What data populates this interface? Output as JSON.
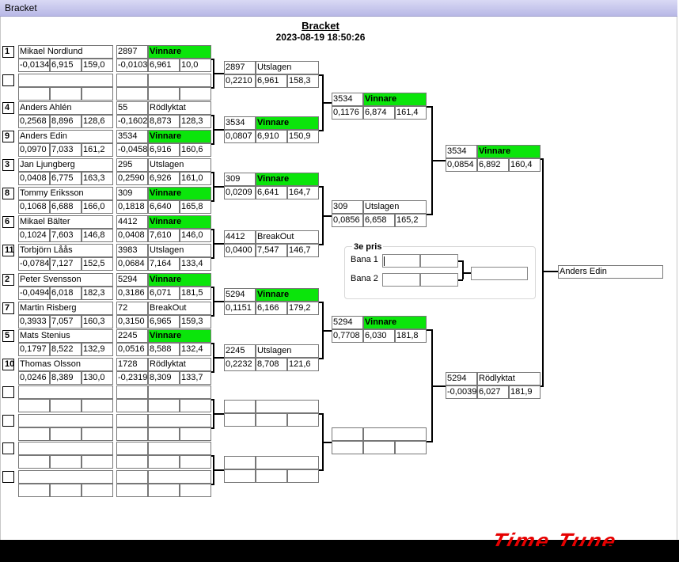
{
  "window": {
    "title": "Bracket"
  },
  "header": {
    "title": "Bracket",
    "datetime": "2023-08-19 18:50:26"
  },
  "third_prize": {
    "title": "3e pris",
    "lane1": "Bana 1",
    "lane2": "Bana 2"
  },
  "champion": "Anders Edin",
  "logo_text": "Time Tune",
  "round1": [
    {
      "seed": "1",
      "name": "Mikael Nordlund",
      "v1": "-0,0134",
      "v2": "6,915",
      "v3": "159,0",
      "num": "2897",
      "status": "Vinnare",
      "r1": "-0,0103",
      "r2": "6,961",
      "r3": "10,0"
    },
    {
      "seed": "",
      "name": "",
      "v1": "",
      "v2": "",
      "v3": "",
      "num": "",
      "status": "",
      "r1": "",
      "r2": "",
      "r3": ""
    },
    {
      "seed": "4",
      "name": "Anders Ahlén",
      "v1": "0,2568",
      "v2": "8,896",
      "v3": "128,6",
      "num": "55",
      "status": "Rödlyktat",
      "r1": "-0,1602",
      "r2": "8,873",
      "r3": "128,3"
    },
    {
      "seed": "9",
      "name": "Anders Edin",
      "v1": "0,0970",
      "v2": "7,033",
      "v3": "161,2",
      "num": "3534",
      "status": "Vinnare",
      "r1": "-0,0458",
      "r2": "6,916",
      "r3": "160,6"
    },
    {
      "seed": "3",
      "name": "Jan Ljungberg",
      "v1": "0,0408",
      "v2": "6,775",
      "v3": "163,3",
      "num": "295",
      "status": "Utslagen",
      "r1": "0,2590",
      "r2": "6,926",
      "r3": "161,0"
    },
    {
      "seed": "8",
      "name": "Tommy Eriksson",
      "v1": "0,1068",
      "v2": "6,688",
      "v3": "166,0",
      "num": "309",
      "status": "Vinnare",
      "r1": "0,1818",
      "r2": "6,640",
      "r3": "165,8"
    },
    {
      "seed": "6",
      "name": "Mikael Bälter",
      "v1": "0,1024",
      "v2": "7,603",
      "v3": "146,8",
      "num": "4412",
      "status": "Vinnare",
      "r1": "0,0408",
      "r2": "7,610",
      "r3": "146,0"
    },
    {
      "seed": "11",
      "name": "Torbjörn Låås",
      "v1": "-0,0784",
      "v2": "7,127",
      "v3": "152,5",
      "num": "3983",
      "status": "Utslagen",
      "r1": "0,0684",
      "r2": "7,164",
      "r3": "133,4"
    },
    {
      "seed": "2",
      "name": "Peter Svensson",
      "v1": "-0,0494",
      "v2": "6,018",
      "v3": "182,3",
      "num": "5294",
      "status": "Vinnare",
      "r1": "0,3186",
      "r2": "6,071",
      "r3": "181,5"
    },
    {
      "seed": "7",
      "name": "Martin Risberg",
      "v1": "0,3933",
      "v2": "7,057",
      "v3": "160,3",
      "num": "72",
      "status": "BreakOut",
      "r1": "0,3150",
      "r2": "6,965",
      "r3": "159,3"
    },
    {
      "seed": "5",
      "name": "Mats Stenius",
      "v1": "0,1797",
      "v2": "8,522",
      "v3": "132,9",
      "num": "2245",
      "status": "Vinnare",
      "r1": "0,0516",
      "r2": "8,588",
      "r3": "132,4"
    },
    {
      "seed": "10",
      "name": "Thomas Olsson",
      "v1": "0,0246",
      "v2": "8,389",
      "v3": "130,0",
      "num": "1728",
      "status": "Rödlyktat",
      "r1": "-0,2319",
      "r2": "8,309",
      "r3": "133,7"
    },
    {
      "seed": "",
      "name": "",
      "v1": "",
      "v2": "",
      "v3": "",
      "num": "",
      "status": "",
      "r1": "",
      "r2": "",
      "r3": ""
    },
    {
      "seed": "",
      "name": "",
      "v1": "",
      "v2": "",
      "v3": "",
      "num": "",
      "status": "",
      "r1": "",
      "r2": "",
      "r3": ""
    },
    {
      "seed": "",
      "name": "",
      "v1": "",
      "v2": "",
      "v3": "",
      "num": "",
      "status": "",
      "r1": "",
      "r2": "",
      "r3": ""
    },
    {
      "seed": "",
      "name": "",
      "v1": "",
      "v2": "",
      "v3": "",
      "num": "",
      "status": "",
      "r1": "",
      "r2": "",
      "r3": ""
    }
  ],
  "round2": [
    {
      "num": "2897",
      "status": "Utslagen",
      "r1": "0,2210",
      "r2": "6,961",
      "r3": "158,3"
    },
    {
      "num": "3534",
      "status": "Vinnare",
      "r1": "0,0807",
      "r2": "6,910",
      "r3": "150,9"
    },
    {
      "num": "309",
      "status": "Vinnare",
      "r1": "0,0209",
      "r2": "6,641",
      "r3": "164,7"
    },
    {
      "num": "4412",
      "status": "BreakOut",
      "r1": "0,0400",
      "r2": "7,547",
      "r3": "146,7"
    },
    {
      "num": "5294",
      "status": "Vinnare",
      "r1": "0,1151",
      "r2": "6,166",
      "r3": "179,2"
    },
    {
      "num": "2245",
      "status": "Utslagen",
      "r1": "0,2232",
      "r2": "8,708",
      "r3": "121,6"
    },
    {
      "num": "",
      "status": "",
      "r1": "",
      "r2": "",
      "r3": ""
    },
    {
      "num": "",
      "status": "",
      "r1": "",
      "r2": "",
      "r3": ""
    }
  ],
  "round3": [
    {
      "num": "3534",
      "status": "Vinnare",
      "r1": "0,1176",
      "r2": "6,874",
      "r3": "161,4"
    },
    {
      "num": "309",
      "status": "Utslagen",
      "r1": "0,0856",
      "r2": "6,658",
      "r3": "165,2"
    },
    {
      "num": "5294",
      "status": "Vinnare",
      "r1": "0,7708",
      "r2": "6,030",
      "r3": "181,8"
    },
    {
      "num": "",
      "status": "",
      "r1": "",
      "r2": "",
      "r3": ""
    }
  ],
  "round4": [
    {
      "num": "3534",
      "status": "Vinnare",
      "r1": "0,0854",
      "r2": "6,892",
      "r3": "160,4"
    },
    {
      "num": "5294",
      "status": "Rödlyktat",
      "r1": "-0,0039",
      "r2": "6,027",
      "r3": "181,9"
    }
  ],
  "colors": {
    "winner": "#0be50b",
    "logo": "#e60000"
  }
}
